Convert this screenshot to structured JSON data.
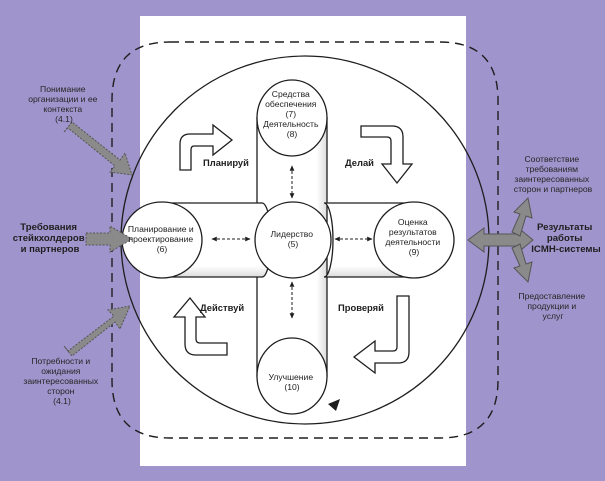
{
  "colors": {
    "background": "#9f95cc",
    "panel": "#ffffff",
    "ink": "#1e1e1e",
    "arrow_gray": "#8a8a8a"
  },
  "left_inputs": {
    "understanding": [
      "Понимание",
      "организации и ее",
      "контекста",
      "(4.1)"
    ],
    "requirements": [
      "Требования",
      "стейкхолдеров",
      "и партнеров"
    ],
    "needs": [
      "Потребности и",
      "ожидания",
      "заинтересованных",
      "сторон",
      "(4.1)"
    ]
  },
  "right_outputs": {
    "compliance": [
      "Соответствие",
      "требованиям",
      "заинтересованных",
      "сторон и партнеров"
    ],
    "results": [
      "Результаты",
      "работы",
      "ICMH-системы"
    ],
    "products": [
      "Предоставление",
      "продукции и",
      "услуг"
    ]
  },
  "nodes": {
    "top": [
      "Средства",
      "обеспечения",
      "(7)",
      "Деятельность",
      "(8)"
    ],
    "left": [
      "Планирование и",
      "проектирование",
      "(6)"
    ],
    "center": [
      "Лидерство",
      "(5)"
    ],
    "right": [
      "Оценка",
      "результатов",
      "деятельности",
      "(9)"
    ],
    "bottom": [
      "Улучшение",
      "(10)"
    ]
  },
  "cycle": {
    "plan": "Планируй",
    "do": "Делай",
    "check": "Проверяй",
    "act": "Действуй"
  }
}
